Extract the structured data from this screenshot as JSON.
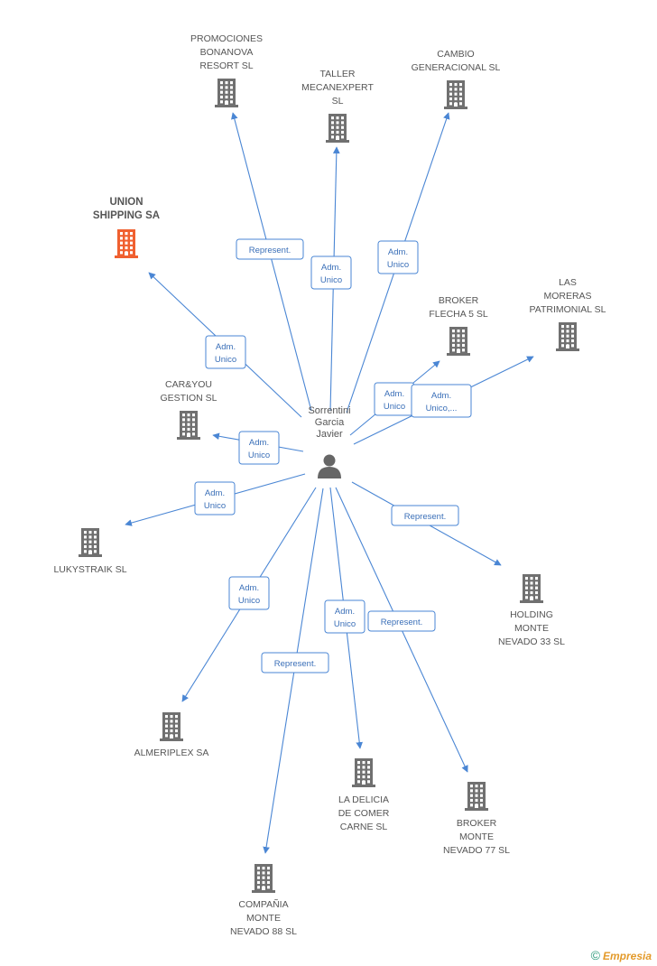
{
  "center": {
    "name_lines": [
      "Sorrentini",
      "Garcia",
      "Javier"
    ]
  },
  "colors": {
    "edge": "#4a86d4",
    "building": "#707070",
    "building_highlight": "#f06030"
  },
  "nodes": [
    {
      "id": "promociones",
      "lines": [
        "PROMOCIONES",
        "BONANOVA",
        "RESORT SL"
      ],
      "highlight": false
    },
    {
      "id": "taller",
      "lines": [
        "TALLER",
        "MECANEXPERT",
        "SL"
      ],
      "highlight": false
    },
    {
      "id": "cambio",
      "lines": [
        "CAMBIO",
        "GENERACIONAL SL"
      ],
      "highlight": false
    },
    {
      "id": "union",
      "lines": [
        "UNION",
        "SHIPPING SA"
      ],
      "highlight": true
    },
    {
      "id": "las-moreras",
      "lines": [
        "LAS",
        "MORERAS",
        "PATRIMONIAL SL"
      ],
      "highlight": false
    },
    {
      "id": "broker-flecha",
      "lines": [
        "BROKER",
        "FLECHA 5 SL"
      ],
      "highlight": false
    },
    {
      "id": "caryou",
      "lines": [
        "CAR&YOU",
        "GESTION SL"
      ],
      "highlight": false
    },
    {
      "id": "lukystraik",
      "lines": [
        "LUKYSTRAIK SL"
      ],
      "highlight": false
    },
    {
      "id": "holding",
      "lines": [
        "HOLDING",
        "MONTE",
        "NEVADO 33 SL"
      ],
      "highlight": false
    },
    {
      "id": "almeriplex",
      "lines": [
        "ALMERIPLEX SA"
      ],
      "highlight": false
    },
    {
      "id": "la-delicia",
      "lines": [
        "LA DELICIA",
        "DE COMER",
        "CARNE SL"
      ],
      "highlight": false
    },
    {
      "id": "broker-monte",
      "lines": [
        "BROKER",
        "MONTE",
        "NEVADO 77 SL"
      ],
      "highlight": false
    },
    {
      "id": "compania",
      "lines": [
        "COMPAÑIA",
        "MONTE",
        "NEVADO 88 SL"
      ],
      "highlight": false
    }
  ],
  "edges": [
    {
      "to": "promociones",
      "label_lines": [
        "Represent."
      ]
    },
    {
      "to": "taller",
      "label_lines": [
        "Adm.",
        "Unico"
      ]
    },
    {
      "to": "cambio",
      "label_lines": [
        "Adm.",
        "Unico"
      ]
    },
    {
      "to": "union",
      "label_lines": [
        "Adm.",
        "Unico"
      ]
    },
    {
      "to": "broker-flecha",
      "label_lines": [
        "Adm.",
        "Unico"
      ]
    },
    {
      "to": "las-moreras",
      "label_lines": [
        "Adm.",
        "Unico,..."
      ]
    },
    {
      "to": "caryou",
      "label_lines": [
        "Adm.",
        "Unico"
      ]
    },
    {
      "to": "lukystraik",
      "label_lines": [
        "Adm.",
        "Unico"
      ]
    },
    {
      "to": "holding",
      "label_lines": [
        "Represent."
      ]
    },
    {
      "to": "almeriplex",
      "label_lines": [
        "Adm.",
        "Unico"
      ]
    },
    {
      "to": "la-delicia",
      "label_lines": [
        "Adm.",
        "Unico"
      ]
    },
    {
      "to": "broker-monte",
      "label_lines": [
        "Represent."
      ]
    },
    {
      "to": "compania",
      "label_lines": [
        "Represent."
      ]
    }
  ],
  "footer": {
    "copyright_symbol": "©",
    "brand": "Empresia"
  }
}
